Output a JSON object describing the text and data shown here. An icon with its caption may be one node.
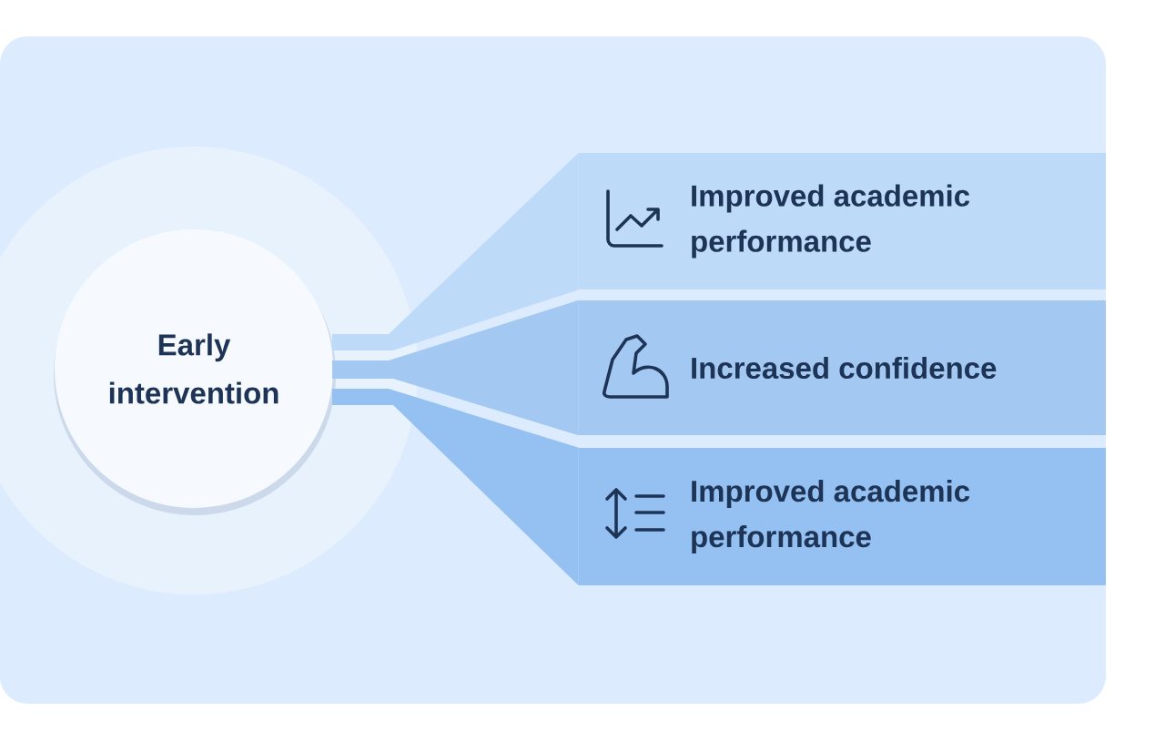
{
  "diagram": {
    "nodes": [
      {
        "text": [
          "Early intervention"
        ]
      },
      {
        "text": [
          "Improved academic performance"
        ]
      },
      {
        "text": [
          "Increased confidence"
        ]
      },
      {
        "text": [
          "Improved academic performance"
        ]
      }
    ],
    "edges": [
      {
        "from": 0,
        "to": 1,
        "arrow": "none"
      },
      {
        "from": 0,
        "to": 2,
        "arrow": "none"
      },
      {
        "from": 0,
        "to": 3,
        "arrow": "none"
      }
    ]
  }
}
